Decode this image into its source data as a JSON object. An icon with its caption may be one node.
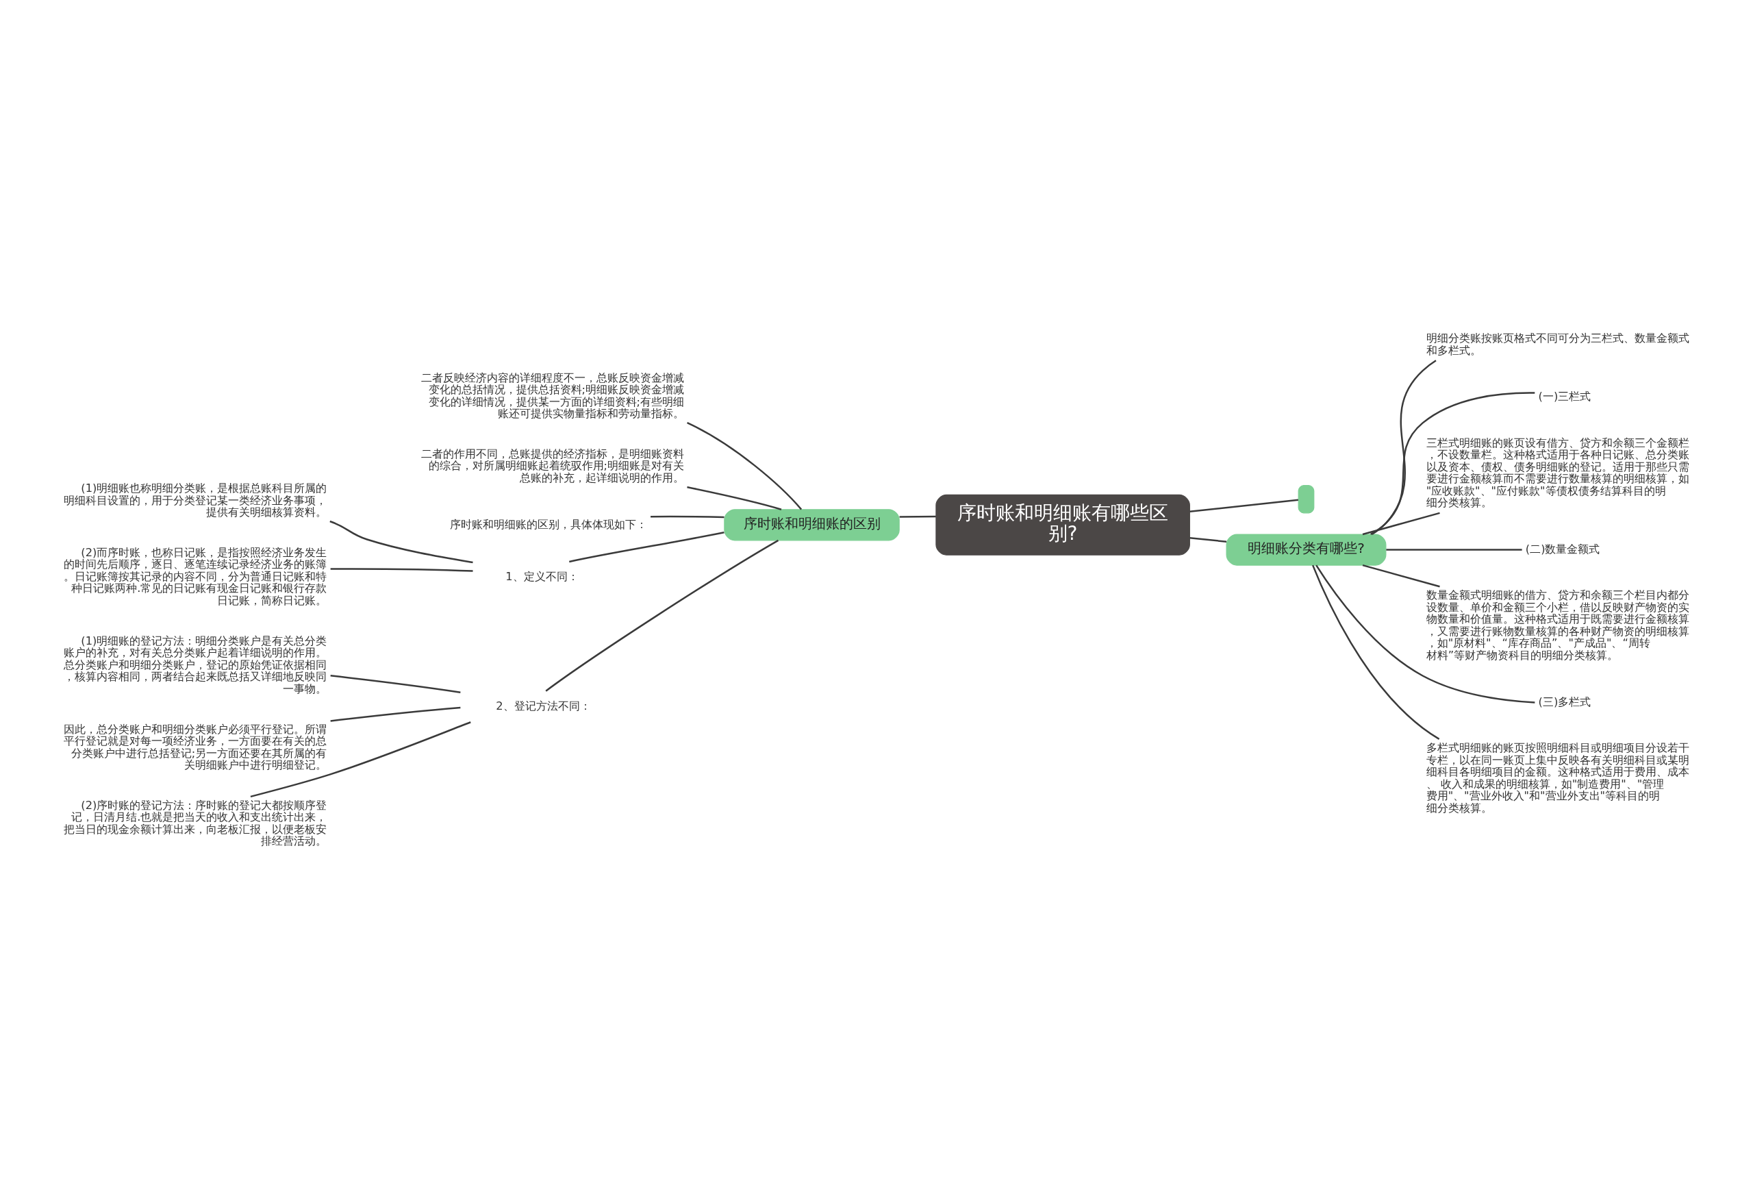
{
  "diagram": {
    "nodes": [
      {
        "text": [
          "序时账和明细账有哪些区别?"
        ]
      },
      {
        "text": [
          "序时账和明细账的区别"
        ]
      },
      {
        "text": [
          "二者反映经济内容的详细程度不一，总账反映资金增减变化的总括情况，提供总括资料;明细账反映资金增减变化的详细情况，提供某一方面的详细资料;有些明细账还可提供实物量指标和劳动量指标。"
        ]
      },
      {
        "text": [
          "二者的作用不同，总账提供的经济指标，是明细账资料的综合，对所属明细账起着统驭作用;明细账是对有关总账的补充，起详细说明的作用。"
        ]
      },
      {
        "text": [
          "序时账和明细账的区别，具体体现如下："
        ]
      },
      {
        "text": [
          "1、定义不同："
        ]
      },
      {
        "text": [
          "(1)明细账也称明细分类账，是根据总账科目所属的明细科目设置的，用于分类登记某一类经济业务事项，提供有关明细核算资料。"
        ]
      },
      {
        "text": [
          "(2)而序时账，也称日记账，是指按照经济业务发生的时间先后顺序，逐日、逐笔连续记录经济业务的账簿。日记账簿按其记录的内容不同，分为普通日记账和特种日记账两种.常见的日记账有现金日记账和银行存款日记账，简称日记账。"
        ]
      },
      {
        "text": [
          "2、登记方法不同："
        ]
      },
      {
        "text": [
          "(1)明细账的登记方法：明细分类账户是有关总分类账户的补充，对有关总分类账户起着详细说明的作用。总分类账户和明细分类账户，登记的原始凭证依据相同，核算内容相同，两者结合起来既总括又详细地反映同一事物。"
        ]
      },
      {
        "text": [
          "因此，总分类账户和明细分类账户必须平行登记。所谓平行登记就是对每一项经济业务，一方面要在有关的总分类账户中进行总括登记;另一方面还要在其所属的有关明细账户中进行明细登记。"
        ]
      },
      {
        "text": [
          "(2)序时账的登记方法：序时账的登记大都按顺序登记，日清月结.也就是把当天的收入和支出统计出来，把当日的现金余额计算出来，向老板汇报，以便老板安排经营活动。"
        ]
      },
      {
        "text": [],
        "shape": "box"
      },
      {
        "text": [
          "明细账分类有哪些?"
        ]
      },
      {
        "text": [
          "明细分类账按账页格式不同可分为三栏式、数量金额式和多栏式。"
        ]
      },
      {
        "text": [
          "(一)三栏式"
        ]
      },
      {
        "text": [
          "三栏式明细账的账页设有借方、贷方和余额三个金额栏，不设数量栏。这种格式适用于各种日记账、总分类账以及资本、债权、债务明细账的登记。适用于那些只需要进行金额核算而不需要进行数量核算的明细核算，如\"应收账款\"、\"应付账款\"等债权债务结算科目的明细分类核算。"
        ]
      },
      {
        "text": [
          "(二)数量金额式"
        ]
      },
      {
        "text": [
          "数量金额式明细账的借方、贷方和余额三个栏目内都分设数量、单价和金额三个小栏，借以反映财产物资的实物数量和价值量。这种格式适用于既需要进行金额核算，又需要进行账物数量核算的各种财产物资的明细核算，如\"原材料\"、“库存商品”、\"产成品\"、“周转材料”等财产物资科目的明细分类核算。"
        ]
      },
      {
        "text": [
          "(三)多栏式"
        ]
      },
      {
        "text": [
          "多栏式明细账的账页按照明细科目或明细项目分设若干专栏，以在同一账页上集中反映各有关明细科目或某明细科目各明细项目的金额。这种格式适用于费用、成本、 收入和成果的明细核算，如\"制造费用\"、\"管理费用\"、\"营业外收入\"和\"营业外支出\"等科目的明细分类核算。"
        ]
      }
    ],
    "edges": [
      {
        "from": 0,
        "to": 1,
        "arrow": "none"
      },
      {
        "from": 1,
        "to": 2,
        "arrow": "none"
      },
      {
        "from": 1,
        "to": 3,
        "arrow": "none"
      },
      {
        "from": 1,
        "to": 4,
        "arrow": "none"
      },
      {
        "from": 1,
        "to": 5,
        "arrow": "none"
      },
      {
        "from": 5,
        "to": 6,
        "arrow": "none"
      },
      {
        "from": 5,
        "to": 7,
        "arrow": "none"
      },
      {
        "from": 1,
        "to": 8,
        "arrow": "none"
      },
      {
        "from": 8,
        "to": 9,
        "arrow": "none"
      },
      {
        "from": 8,
        "to": 10,
        "arrow": "none"
      },
      {
        "from": 8,
        "to": 11,
        "arrow": "none"
      },
      {
        "from": 0,
        "to": 12,
        "arrow": "none"
      },
      {
        "from": 0,
        "to": 13,
        "arrow": "none"
      },
      {
        "from": 13,
        "to": 14,
        "arrow": "none"
      },
      {
        "from": 13,
        "to": 15,
        "arrow": "none"
      },
      {
        "from": 13,
        "to": 16,
        "arrow": "none"
      },
      {
        "from": 13,
        "to": 17,
        "arrow": "none"
      },
      {
        "from": 13,
        "to": 18,
        "arrow": "none"
      },
      {
        "from": 13,
        "to": 19,
        "arrow": "none"
      },
      {
        "from": 13,
        "to": 20,
        "arrow": "none"
      }
    ]
  }
}
